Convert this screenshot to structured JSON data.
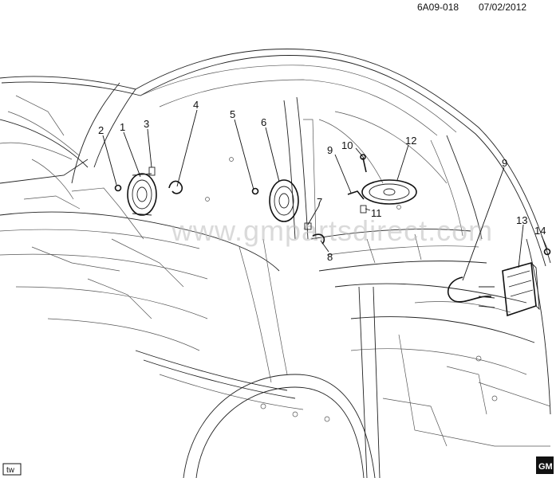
{
  "header": {
    "code": "6A09-018",
    "date": "07/02/2012"
  },
  "footer": {
    "view_tag": "tw",
    "brand_logo": "GM"
  },
  "watermark": "www.gmpartsdirect.com",
  "callouts": [
    {
      "id": "c1",
      "number": "1"
    },
    {
      "id": "c2",
      "number": "2"
    },
    {
      "id": "c3",
      "number": "3"
    },
    {
      "id": "c4",
      "number": "4"
    },
    {
      "id": "c5",
      "number": "5"
    },
    {
      "id": "c6",
      "number": "6"
    },
    {
      "id": "c7",
      "number": "7"
    },
    {
      "id": "c8",
      "number": "8"
    },
    {
      "id": "c9a",
      "number": "9"
    },
    {
      "id": "c9b",
      "number": "9"
    },
    {
      "id": "c10",
      "number": "10"
    },
    {
      "id": "c11",
      "number": "11"
    },
    {
      "id": "c12",
      "number": "12"
    },
    {
      "id": "c13",
      "number": "13"
    },
    {
      "id": "c14",
      "number": "14"
    }
  ]
}
